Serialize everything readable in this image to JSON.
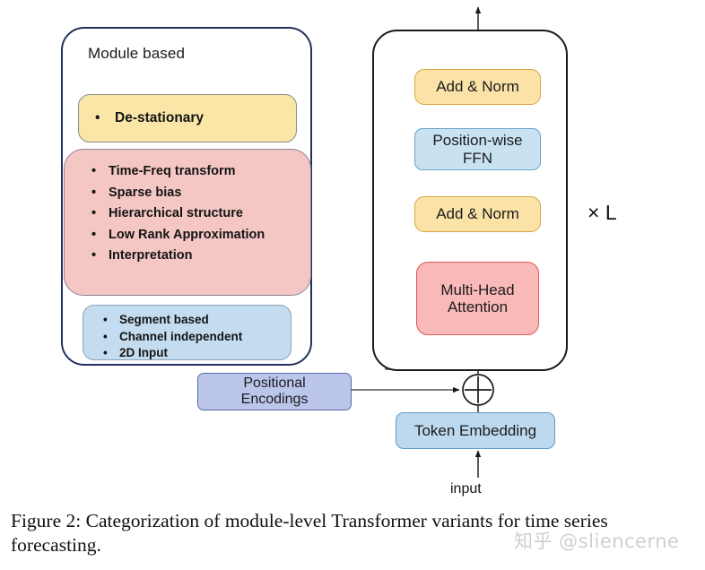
{
  "left_panel": {
    "title": "Module based",
    "groups": [
      {
        "color": "#fae7a7",
        "name": "yellow-group",
        "items": [
          "De-stationary"
        ]
      },
      {
        "color": "#f5c7c4",
        "name": "pink-group",
        "items": [
          "Time-Freq transform",
          "Sparse bias",
          "Hierarchical structure",
          "Low Rank Approximation",
          "Interpretation"
        ]
      },
      {
        "color": "#c3dcef",
        "name": "blue-group",
        "items": [
          "Segment based",
          "Channel independent",
          "2D Input"
        ]
      }
    ],
    "bullet_glyph": "•"
  },
  "transformer": {
    "add_norm_top": "Add & Norm",
    "ffn_line1": "Position-wise",
    "ffn_line2": "FFN",
    "add_norm_bottom": "Add & Norm",
    "mha_line1": "Multi-Head",
    "mha_line2": "Attention",
    "repeat_label": "× L",
    "positional_line1": "Positional",
    "positional_line2": "Encodings",
    "token_embedding": "Token Embedding",
    "input_label": "input",
    "add_operator": "⊕"
  },
  "caption": {
    "text": "Figure 2: Categorization of module-level Transformer variants for time series forecasting."
  },
  "watermark": {
    "text": "知乎 @sliencerne"
  },
  "colors": {
    "yellow": "#fae7a7",
    "pink": "#f5c7c4",
    "light_blue": "#c3dcef",
    "lavender": "#bcc5ea",
    "token_blue": "#bcd9ef",
    "mha_red": "#f8b9b8",
    "panel_border": "#24305e",
    "block_border": "#1a1a1a"
  }
}
